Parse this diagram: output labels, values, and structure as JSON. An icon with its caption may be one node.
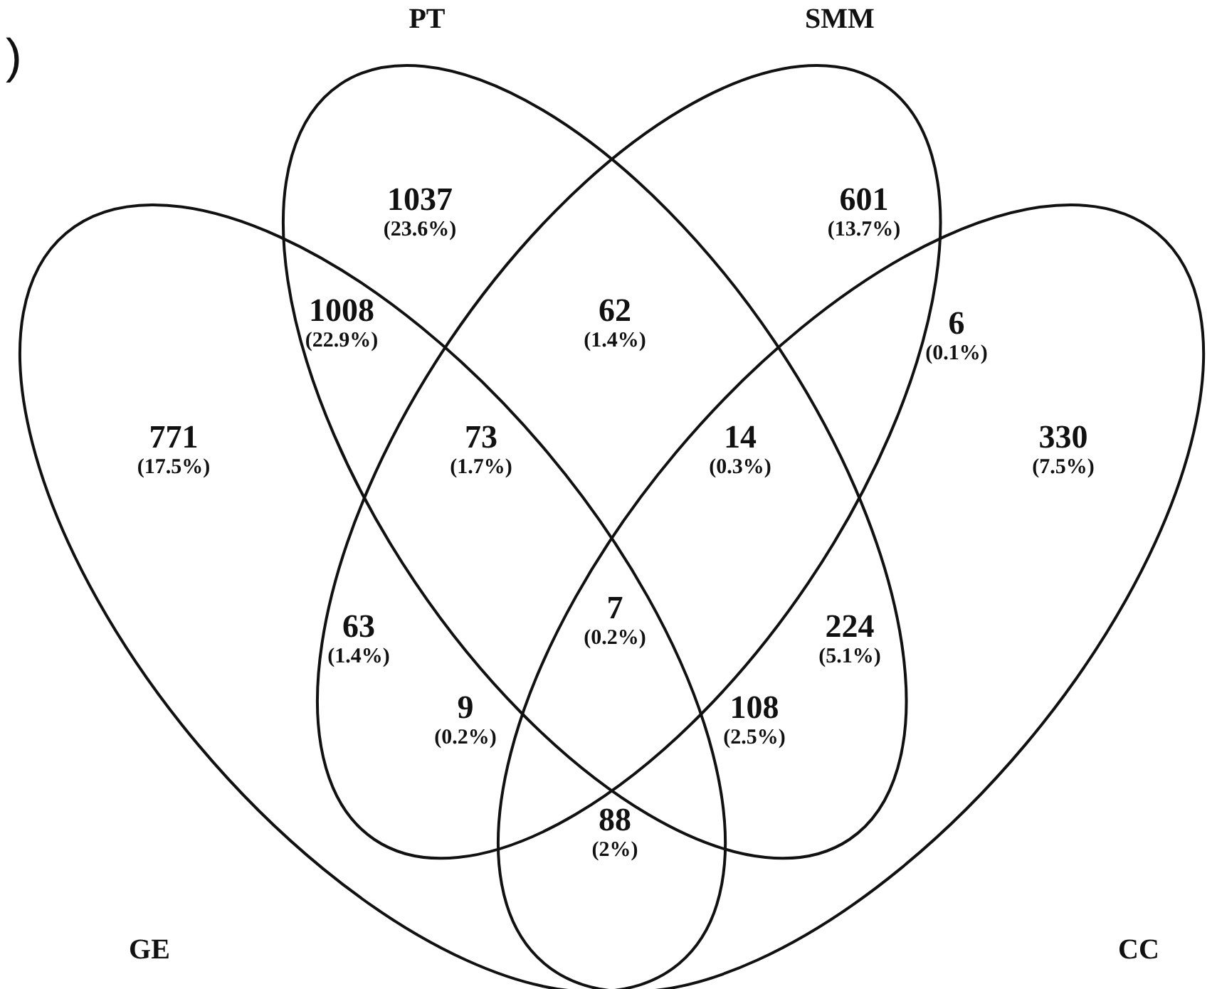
{
  "diagram": {
    "nodes": [
      {
        "text": [
          "GE"
        ]
      },
      {
        "text": [
          "PT"
        ]
      },
      {
        "text": [
          "SMM"
        ]
      },
      {
        "text": [
          "CC"
        ]
      }
    ],
    "labels": [
      ")",
      "1037",
      "(23.6%)",
      "601",
      "(13.7%)",
      "1008",
      "(22.9%)",
      "62",
      "(1.4%)",
      "6",
      "(0.1%)",
      "771",
      "(17.5%)",
      "73",
      "(1.7%)",
      "14",
      "(0.3%)",
      "330",
      "(7.5%)",
      "7",
      "(0.2%)",
      "63",
      "(1.4%)",
      "224",
      "(5.1%)",
      "9",
      "(0.2%)",
      "108",
      "(2.5%)",
      "88",
      "(2%)"
    ]
  }
}
